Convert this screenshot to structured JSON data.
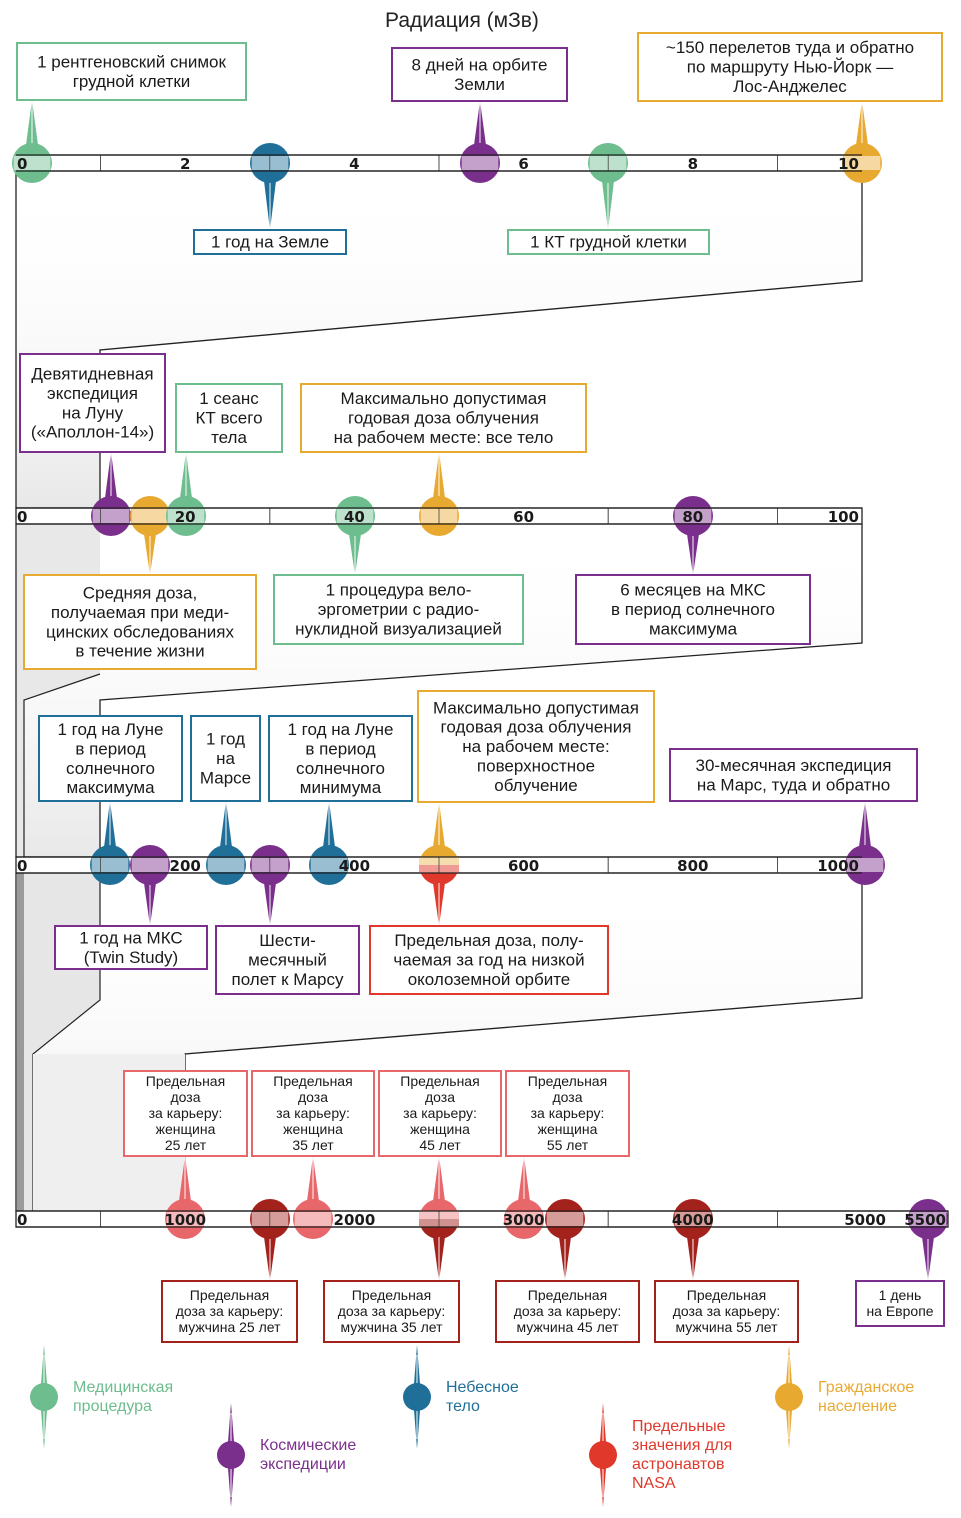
{
  "chart_data": {
    "type": "scatter",
    "title": "Радиация (мЗв)",
    "xlabel": "Радиация (мЗв)",
    "ylabel": "",
    "grid": false,
    "legend_placement": "bottom",
    "categories": {
      "medical": {
        "label": "Медицинская процедура",
        "color": "#6dbd8e"
      },
      "space": {
        "label": "Космические экспедиции",
        "color": "#7b2f8c"
      },
      "body": {
        "label": "Небесное тело",
        "color": "#1f6f99"
      },
      "nasa": {
        "label": "Предельные значения для астронавтов NASA",
        "color": "#e0392b"
      },
      "civil": {
        "label": "Гражданское население",
        "color": "#e8a931"
      },
      "nasa_female": {
        "label": "",
        "color": "#e8676b"
      },
      "nasa_male": {
        "label": "",
        "color": "#a3231c"
      }
    },
    "scales": [
      {
        "range": [
          0,
          10
        ],
        "tick_labels": [
          "0",
          "2",
          "4",
          "6",
          "8",
          "10"
        ],
        "points": [
          {
            "value": 0.1,
            "category": "medical",
            "label": "1 рентгеновский снимок грудной клетки",
            "side": "top"
          },
          {
            "value": 3,
            "category": "body",
            "label": "1 год на Земле",
            "side": "bottom"
          },
          {
            "value": 5.5,
            "category": "space",
            "label": "8 дней на орбите Земли",
            "side": "top"
          },
          {
            "value": 7,
            "category": "medical",
            "label": "1 КТ грудной клетки",
            "side": "bottom"
          },
          {
            "value": 10,
            "category": "civil",
            "label": "~150 перелетов туда и обратно по маршруту Нью-Йорк — Лос-Анджелес",
            "side": "top"
          }
        ]
      },
      {
        "range": [
          0,
          100
        ],
        "tick_labels": [
          "0",
          "20",
          "40",
          "60",
          "80",
          "100"
        ],
        "points": [
          {
            "value": 11,
            "category": "space",
            "label": "Девятидневная экспедиция на Луну («Аполлон-14»)",
            "side": "top"
          },
          {
            "value": 15,
            "category": "civil",
            "label": "Средняя доза, получаемая при медицинских обследованиях в течение жизни",
            "side": "bottom"
          },
          {
            "value": 20,
            "category": "medical",
            "label": "1 сеанс КТ всего тела",
            "side": "top"
          },
          {
            "value": 40,
            "category": "medical",
            "label": "1 процедура велоэргометрии с радионуклидной визуализацией",
            "side": "bottom"
          },
          {
            "value": 50,
            "category": "civil",
            "label": "Максимально допустимая годовая доза облучения на рабочем месте: все тело",
            "side": "top"
          },
          {
            "value": 80,
            "category": "space",
            "label": "6 месяцев на МКС в период солнечного максимума",
            "side": "bottom"
          }
        ]
      },
      {
        "range": [
          0,
          1000
        ],
        "tick_labels": [
          "0",
          "200",
          "400",
          "600",
          "800",
          "1000"
        ],
        "points": [
          {
            "value": 110,
            "category": "body",
            "label": "1 год на Луне в период солнечного максимума",
            "side": "top"
          },
          {
            "value": 160,
            "category": "space",
            "label": "1 год на МКС (Twin Study)",
            "side": "bottom"
          },
          {
            "value": 250,
            "category": "body",
            "label": "1 год на Марсе",
            "side": "top"
          },
          {
            "value": 300,
            "category": "space",
            "label": "Шестимесячный полет к Марсу",
            "side": "bottom"
          },
          {
            "value": 370,
            "category": "body",
            "label": "1 год на Луне в период солнечного минимума",
            "side": "top"
          },
          {
            "value": 500,
            "category": "civil",
            "label": "Максимально допустимая годовая доза облучения на рабочем месте: поверхностное облучение",
            "side": "top"
          },
          {
            "value": 500,
            "category": "nasa",
            "label": "Предельная доза, получаемая за год на низкой околоземной орбите",
            "side": "bottom"
          },
          {
            "value": 1000,
            "category": "space",
            "label": "30-месячная экспедиция на Марс, туда и обратно",
            "side": "top"
          }
        ]
      },
      {
        "range": [
          0,
          5500
        ],
        "tick_labels": [
          "0",
          "1000",
          "2000",
          "3000",
          "4000",
          "5000",
          "5500"
        ],
        "points": [
          {
            "value": 1000,
            "category": "nasa_female",
            "label": "Предельная доза за карьеру: женщина 25 лет",
            "side": "top"
          },
          {
            "value": 1500,
            "category": "nasa_male",
            "label": "Предельная доза за карьеру: мужчина 25 лет",
            "side": "bottom"
          },
          {
            "value": 1750,
            "category": "nasa_female",
            "label": "Предельная доза за карьеру: женщина 35 лет",
            "side": "top"
          },
          {
            "value": 2500,
            "category": "nasa_female",
            "label": "Предельная доза за карьеру: женщина 45 лет",
            "side": "top"
          },
          {
            "value": 2500,
            "category": "nasa_male",
            "label": "Предельная доза за карьеру: мужчина 35 лет",
            "side": "bottom"
          },
          {
            "value": 3000,
            "category": "nasa_female",
            "label": "Предельная доза за карьеру: женщина 55 лет",
            "side": "top"
          },
          {
            "value": 3250,
            "category": "nasa_male",
            "label": "Предельная доза за карьеру: мужчина 45 лет",
            "side": "bottom"
          },
          {
            "value": 4000,
            "category": "nasa_male",
            "label": "Предельная доза за карьеру: мужчина 55 лет",
            "side": "bottom"
          },
          {
            "value": 5400,
            "category": "space",
            "label": "1 день на Европе",
            "side": "bottom"
          }
        ]
      }
    ]
  },
  "labels": {
    "title": "Радиация (мЗв)",
    "row1": {
      "ticks": [
        "0",
        "2",
        "4",
        "6",
        "8",
        "10"
      ],
      "boxes": [
        [
          "1 рентгеновский снимок",
          "грудной клетки"
        ],
        [
          "1 год на Земле"
        ],
        [
          "8 дней на орбите",
          "Земли"
        ],
        [
          "1 КТ грудной клетки"
        ],
        [
          "~150 перелетов туда и обратно",
          "по маршруту Нью-Йорк —",
          "Лос-Анджелес"
        ]
      ]
    },
    "row2": {
      "ticks": [
        "0",
        "20",
        "40",
        "60",
        "80",
        "100"
      ],
      "boxes": [
        [
          "Девятидневная",
          "экспедиция",
          "на Луну",
          "(«Аполлон-14»)"
        ],
        [
          "Средняя доза,",
          "получаемая при меди-",
          "цинских обследованиях",
          "в течение жизни"
        ],
        [
          "1 сеанс",
          "КТ всего",
          "тела"
        ],
        [
          "1 процедура вело-",
          "эргометрии с радио-",
          "нуклидной визуализацией"
        ],
        [
          "Максимально допустимая",
          "годовая доза облучения",
          "на рабочем месте: все тело"
        ],
        [
          "6 месяцев на МКС",
          "в период солнечного",
          "максимума"
        ]
      ]
    },
    "row3": {
      "ticks": [
        "0",
        "200",
        "400",
        "600",
        "800",
        "1000"
      ],
      "boxes": [
        [
          "1 год на Луне",
          "в период",
          "солнечного",
          "максимума"
        ],
        [
          "1 год на МКС",
          "(Twin Study)"
        ],
        [
          "1 год",
          "на",
          "Марсе"
        ],
        [
          "Шести-",
          "месячный",
          "полет к Марсу"
        ],
        [
          "1 год на Луне",
          "в период",
          "солнечного",
          "минимума"
        ],
        [
          "Максимально допустимая",
          "годовая доза облучения",
          "на рабочем месте:",
          "поверхностное",
          "облучение"
        ],
        [
          "Предельная доза, полу-",
          "чаемая за год на низкой",
          "околоземной орбите"
        ],
        [
          "30-месячная экспедиция",
          "на Марс, туда и обратно"
        ]
      ]
    },
    "row4": {
      "ticks": [
        "0",
        "1000",
        "2000",
        "3000",
        "4000",
        "5000",
        "5500"
      ],
      "boxes": [
        [
          "Предельная",
          "доза",
          "за карьеру:",
          "женщина",
          "25 лет"
        ],
        [
          "Предельная",
          "доза за карьеру:",
          "мужчина 25 лет"
        ],
        [
          "Предельная",
          "доза",
          "за карьеру:",
          "женщина",
          "35 лет"
        ],
        [
          "Предельная",
          "доза",
          "за карьеру:",
          "женщина",
          "45 лет"
        ],
        [
          "Предельная",
          "доза за карьеру:",
          "мужчина 35 лет"
        ],
        [
          "Предельная",
          "доза",
          "за карьеру:",
          "женщина",
          "55 лет"
        ],
        [
          "Предельная",
          "доза за карьеру:",
          "мужчина 45 лет"
        ],
        [
          "Предельная",
          "доза за карьеру:",
          "мужчина 55 лет"
        ],
        [
          "1 день",
          "на Европе"
        ]
      ]
    },
    "legend": [
      {
        "key": "medical",
        "lines": [
          "Медицинская",
          "процедура"
        ],
        "color": "#6dbd8e"
      },
      {
        "key": "space",
        "lines": [
          "Космические",
          "экспедиции"
        ],
        "color": "#7b2f8c"
      },
      {
        "key": "body",
        "lines": [
          "Небесное",
          "тело"
        ],
        "color": "#1f6f99"
      },
      {
        "key": "nasa",
        "lines": [
          "Предельные",
          "значения для",
          "астронавтов",
          "NASA"
        ],
        "color": "#e0392b"
      },
      {
        "key": "civil",
        "lines": [
          "Гражданское",
          "население"
        ],
        "color": "#e8a931"
      }
    ]
  }
}
